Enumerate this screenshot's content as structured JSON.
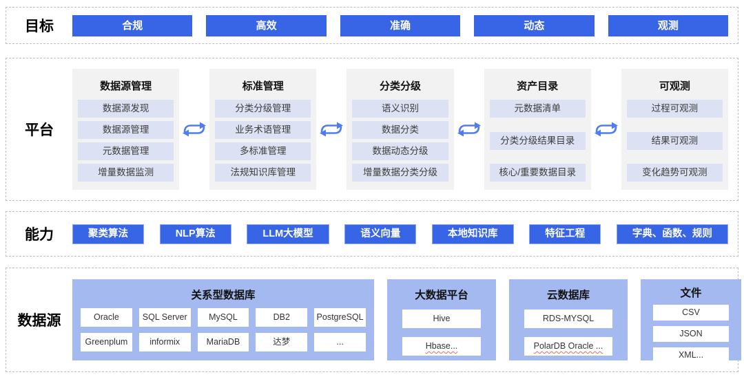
{
  "colors": {
    "primary_blue": "#3865E6",
    "platform_item_bg": "#DCE2F3",
    "platform_column_bg": "#F2F2F3",
    "datasource_group_bg": "#A3B9F0",
    "arrow_blue": "#4F7CF2",
    "dashed_border": "#BDBDBD"
  },
  "sections": {
    "goals": {
      "label": "目标",
      "buttons": [
        "合规",
        "高效",
        "准确",
        "动态",
        "观测"
      ]
    },
    "platform": {
      "label": "平台",
      "columns": [
        {
          "header": "数据源管理",
          "items": [
            "数据源发现",
            "数据源管理",
            "元数据管理",
            "增量数据监测"
          ]
        },
        {
          "header": "标准管理",
          "items": [
            "分类分级管理",
            "业务术语管理",
            "多标准管理",
            "法规知识库管理"
          ]
        },
        {
          "header": "分类分级",
          "items": [
            "语义识别",
            "数据分类",
            "数据动态分级",
            "增量数据分类分级"
          ]
        },
        {
          "header": "资产目录",
          "items": [
            "元数据清单",
            "分类分级结果目录",
            "核心/重要数据目录"
          ]
        },
        {
          "header": "可观测",
          "items": [
            "过程可观测",
            "结果可观测",
            "变化趋势可观测"
          ]
        }
      ]
    },
    "capabilities": {
      "label": "能力",
      "buttons": [
        "聚类算法",
        "NLP算法",
        "LLM大模型",
        "语义向量",
        "本地知识库",
        "特征工程",
        "字典、函数、规则"
      ]
    },
    "datasources": {
      "label": "数据源",
      "groups": [
        {
          "header": "关系型数据库",
          "items": [
            "Oracle",
            "SQL Server",
            "MySQL",
            "DB2",
            "PostgreSQL",
            "Greenplum",
            "informix",
            "MariaDB",
            "达梦",
            "..."
          ]
        },
        {
          "header": "大数据平台",
          "items": [
            "Hive",
            "Hbase..."
          ]
        },
        {
          "header": "云数据库",
          "items": [
            "RDS-MYSQL",
            "PolarDB Oracle ..."
          ]
        },
        {
          "header": "文件",
          "items": [
            "CSV",
            "JSON",
            "XML..."
          ]
        }
      ]
    }
  }
}
